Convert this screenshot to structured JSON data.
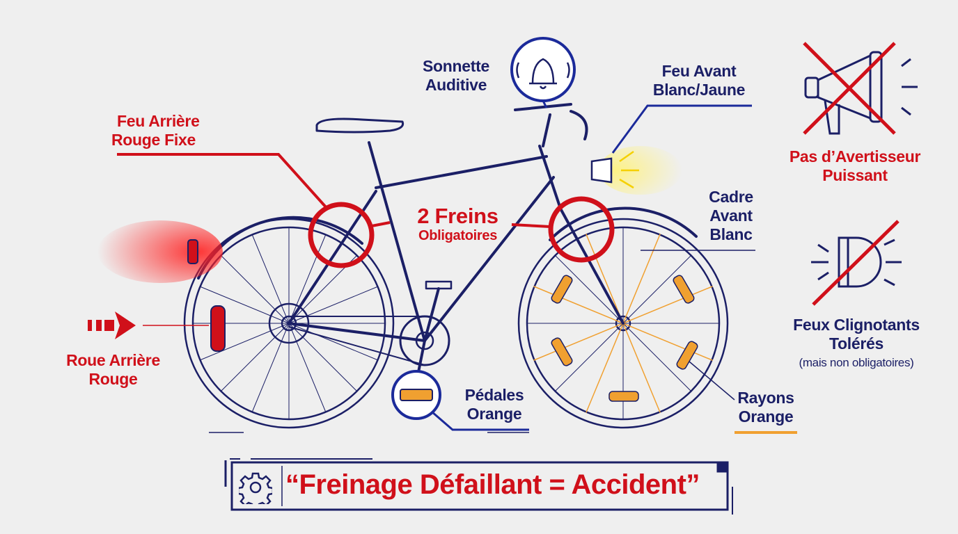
{
  "labels": {
    "bell": [
      "Sonnette",
      "Auditive"
    ],
    "front_light": [
      "Feu Avant",
      "Blanc/Jaune"
    ],
    "rear_light": [
      "Feu Arrière",
      "Rouge Fixe"
    ],
    "brakes": [
      "2 Freins",
      "Obligatoires"
    ],
    "front_frame": [
      "Cadre",
      "Avant",
      "Blanc"
    ],
    "no_horn": [
      "Pas d’Avertisseur",
      "Puissant"
    ],
    "flashing": [
      "Feux Clignotants",
      "Tolérés",
      "(mais non obligatoires)"
    ],
    "rear_wheel": [
      "Roue Arrière",
      "Rouge"
    ],
    "pedals": [
      "Pédales",
      "Orange"
    ],
    "spokes": [
      "Rayons",
      "Orange"
    ]
  },
  "banner": {
    "text": "“Freinage Défaillant = Accident”",
    "icon": "gear-icon"
  },
  "colors": {
    "navy": "#1b1f66",
    "red": "#d0101a",
    "orange": "#f0a030",
    "background": "#efefef"
  }
}
